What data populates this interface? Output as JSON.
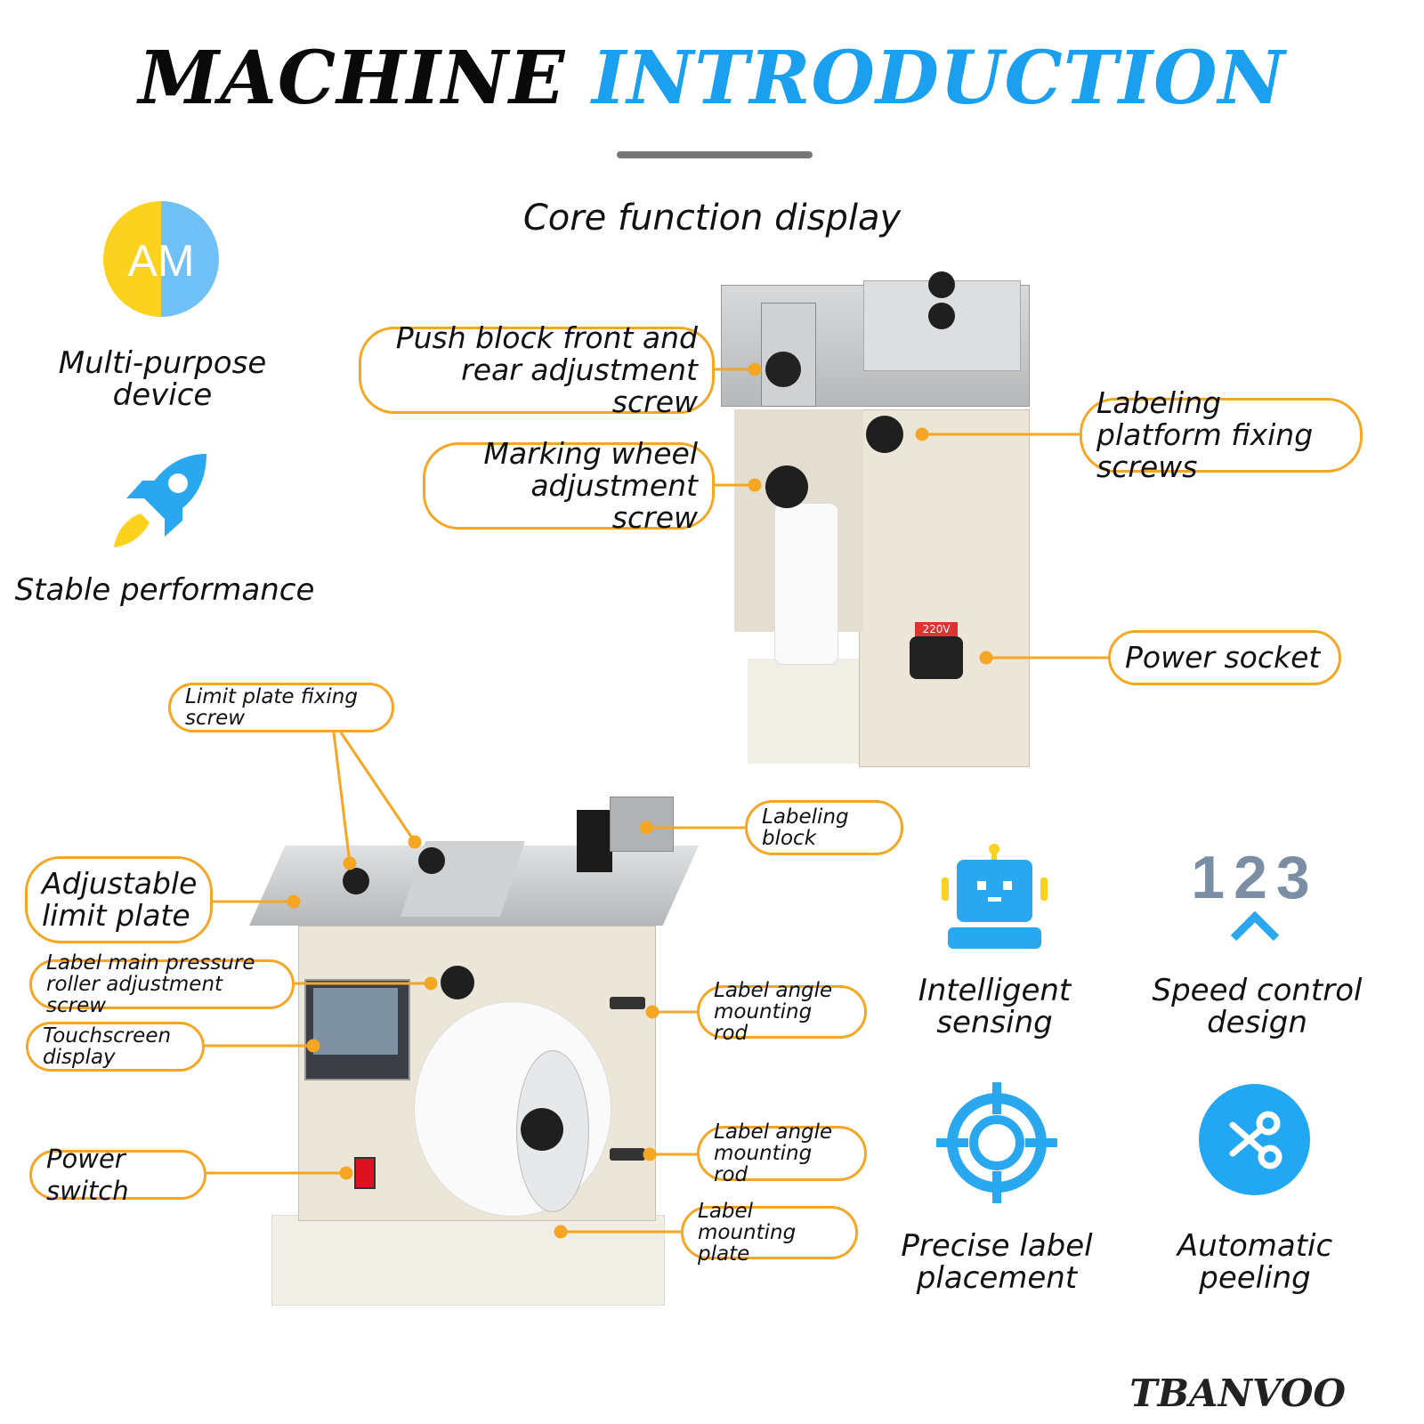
{
  "header": {
    "title_black": "MACHINE",
    "title_blue": "INTRODUCTION",
    "subtitle": "Core function display"
  },
  "features_left": [
    {
      "icon": "am-badge-icon",
      "badge_a": "A",
      "badge_m": "M",
      "label": "Multi-purpose device"
    },
    {
      "icon": "rocket-icon",
      "label": "Stable performance"
    }
  ],
  "top_callouts": {
    "push_block": "Push block front and rear adjustment screw",
    "marking_wheel": "Marking wheel adjustment screw",
    "platform_screws": "Labeling platform fixing screws",
    "power_socket": "Power socket",
    "voltage_tag": "220V"
  },
  "bottom_callouts": {
    "limit_plate_screw": "Limit plate fixing screw",
    "adjustable_limit": "Adjustable limit plate",
    "pressure_roller": "Label main pressure roller adjustment screw",
    "touchscreen": "Touchscreen display",
    "power_switch": "Power switch",
    "labeling_block": "Labeling block",
    "angle_rod_1": "Label angle mounting rod",
    "angle_rod_2": "Label angle mounting rod",
    "mounting_plate": "Label mounting plate"
  },
  "features_right": [
    {
      "icon": "robot-icon",
      "label": "Intelligent sensing"
    },
    {
      "icon": "speed-123-icon",
      "digits": "123",
      "label": "Speed control design"
    },
    {
      "icon": "crosshair-icon",
      "label": "Precise label placement"
    },
    {
      "icon": "scissors-icon",
      "label": "Automatic peeling"
    }
  ],
  "brand": "TBANVOO",
  "colors": {
    "accent_blue": "#1aa0ee",
    "callout_orange": "#f5a623",
    "machine_cream": "#ece8dc",
    "steel": "#c9cbcd"
  }
}
